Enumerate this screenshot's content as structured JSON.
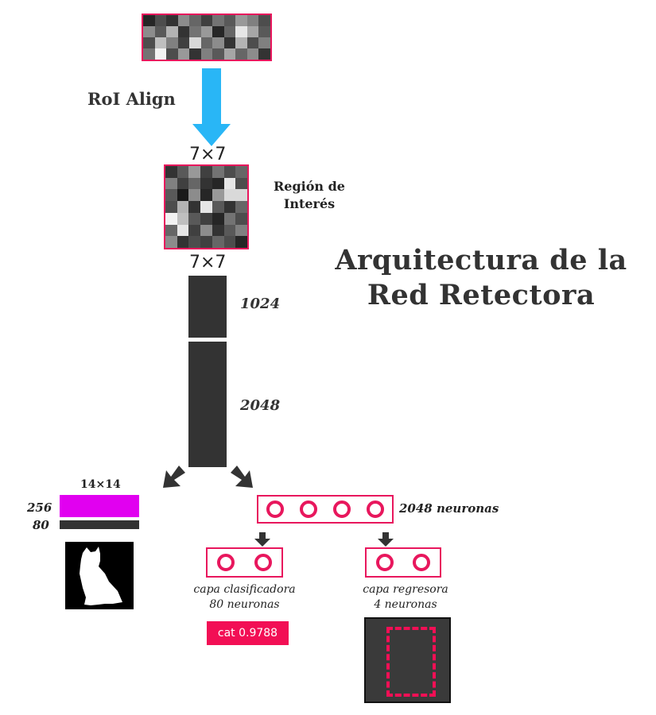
{
  "title": {
    "line1": "Arquitectura de la",
    "line2": "Red Retectora"
  },
  "roi_align_label": "RoI Align",
  "dims": {
    "above_roi": "7×7",
    "below_roi": "7×7"
  },
  "roi_label": {
    "line1": "Región de",
    "line2": "Interés"
  },
  "fc_layers": [
    {
      "label": "1024"
    },
    {
      "label": "2048"
    }
  ],
  "mask_branch": {
    "size_label": "14×14",
    "channels_label": "256",
    "classes_label": "80"
  },
  "neurons_label": "2048 neuronas",
  "classifier": {
    "line1": "capa clasificadora",
    "line2": "80 neuronas",
    "result": "cat 0.9788"
  },
  "regressor": {
    "line1": "capa regresora",
    "line2": "4 neuronas"
  },
  "colors": {
    "accent": "#e8175d",
    "magenta": "#e100f0",
    "arrow_blue": "#29b6f6",
    "dark": "#333333"
  },
  "feature_map": [
    [
      0.15,
      0.3,
      0.2,
      0.55,
      0.4,
      0.25,
      0.45,
      0.35,
      0.6,
      0.5,
      0.3
    ],
    [
      0.55,
      0.35,
      0.7,
      0.2,
      0.45,
      0.6,
      0.15,
      0.4,
      0.9,
      0.65,
      0.35
    ],
    [
      0.3,
      0.75,
      0.5,
      0.25,
      0.85,
      0.4,
      0.55,
      0.2,
      0.7,
      0.3,
      0.5
    ],
    [
      0.45,
      0.95,
      0.3,
      0.6,
      0.2,
      0.5,
      0.35,
      0.65,
      0.4,
      0.55,
      0.2
    ]
  ],
  "roi_map": [
    [
      0.2,
      0.35,
      0.6,
      0.25,
      0.45,
      0.3,
      0.4
    ],
    [
      0.5,
      0.25,
      0.4,
      0.2,
      0.15,
      0.9,
      0.3
    ],
    [
      0.35,
      0.1,
      0.55,
      0.15,
      0.6,
      0.85,
      0.85
    ],
    [
      0.3,
      0.7,
      0.2,
      0.9,
      0.35,
      0.2,
      0.4
    ],
    [
      0.95,
      0.75,
      0.35,
      0.25,
      0.15,
      0.45,
      0.3
    ],
    [
      0.4,
      0.9,
      0.25,
      0.55,
      0.2,
      0.35,
      0.5
    ],
    [
      0.55,
      0.2,
      0.3,
      0.25,
      0.4,
      0.3,
      0.15
    ]
  ]
}
